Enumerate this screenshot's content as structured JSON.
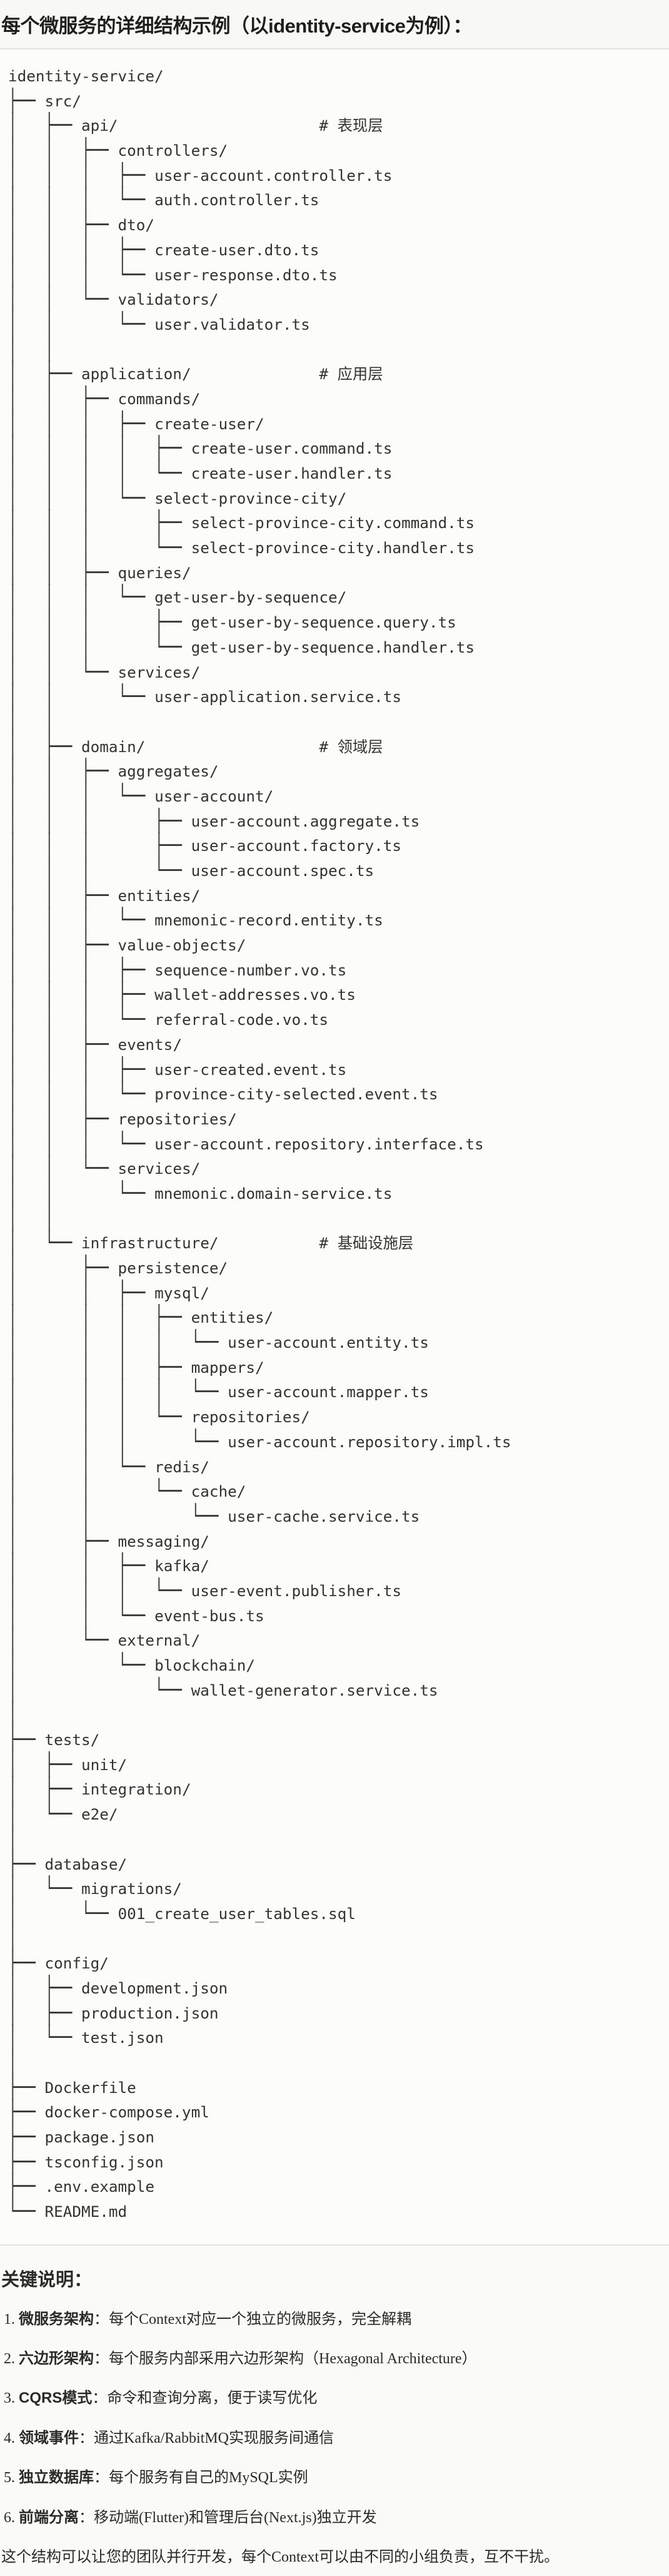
{
  "header": {
    "title": "每个微服务的详细结构示例（以identity-service为例）："
  },
  "tree": [
    {
      "p": "",
      "t": "identity-service/"
    },
    {
      "p": "├── ",
      "t": "src/"
    },
    {
      "p": "│   ├── ",
      "t": "api/",
      "c": "# 表现层"
    },
    {
      "p": "│   │   ├── ",
      "t": "controllers/"
    },
    {
      "p": "│   │   │   ├── ",
      "t": "user-account.controller.ts"
    },
    {
      "p": "│   │   │   └── ",
      "t": "auth.controller.ts"
    },
    {
      "p": "│   │   ├── ",
      "t": "dto/"
    },
    {
      "p": "│   │   │   ├── ",
      "t": "create-user.dto.ts"
    },
    {
      "p": "│   │   │   └── ",
      "t": "user-response.dto.ts"
    },
    {
      "p": "│   │   └── ",
      "t": "validators/"
    },
    {
      "p": "│   │       └── ",
      "t": "user.validator.ts"
    },
    {
      "p": "│   │",
      "t": ""
    },
    {
      "p": "│   ├── ",
      "t": "application/",
      "c": "# 应用层"
    },
    {
      "p": "│   │   ├── ",
      "t": "commands/"
    },
    {
      "p": "│   │   │   ├── ",
      "t": "create-user/"
    },
    {
      "p": "│   │   │   │   ├── ",
      "t": "create-user.command.ts"
    },
    {
      "p": "│   │   │   │   └── ",
      "t": "create-user.handler.ts"
    },
    {
      "p": "│   │   │   └── ",
      "t": "select-province-city/"
    },
    {
      "p": "│   │   │       ├── ",
      "t": "select-province-city.command.ts"
    },
    {
      "p": "│   │   │       └── ",
      "t": "select-province-city.handler.ts"
    },
    {
      "p": "│   │   ├── ",
      "t": "queries/"
    },
    {
      "p": "│   │   │   └── ",
      "t": "get-user-by-sequence/"
    },
    {
      "p": "│   │   │       ├── ",
      "t": "get-user-by-sequence.query.ts"
    },
    {
      "p": "│   │   │       └── ",
      "t": "get-user-by-sequence.handler.ts"
    },
    {
      "p": "│   │   └── ",
      "t": "services/"
    },
    {
      "p": "│   │       └── ",
      "t": "user-application.service.ts"
    },
    {
      "p": "│   │",
      "t": ""
    },
    {
      "p": "│   ├── ",
      "t": "domain/",
      "c": "# 领域层"
    },
    {
      "p": "│   │   ├── ",
      "t": "aggregates/"
    },
    {
      "p": "│   │   │   └── ",
      "t": "user-account/"
    },
    {
      "p": "│   │   │       ├── ",
      "t": "user-account.aggregate.ts"
    },
    {
      "p": "│   │   │       ├── ",
      "t": "user-account.factory.ts"
    },
    {
      "p": "│   │   │       └── ",
      "t": "user-account.spec.ts"
    },
    {
      "p": "│   │   ├── ",
      "t": "entities/"
    },
    {
      "p": "│   │   │   └── ",
      "t": "mnemonic-record.entity.ts"
    },
    {
      "p": "│   │   ├── ",
      "t": "value-objects/"
    },
    {
      "p": "│   │   │   ├── ",
      "t": "sequence-number.vo.ts"
    },
    {
      "p": "│   │   │   ├── ",
      "t": "wallet-addresses.vo.ts"
    },
    {
      "p": "│   │   │   └── ",
      "t": "referral-code.vo.ts"
    },
    {
      "p": "│   │   ├── ",
      "t": "events/"
    },
    {
      "p": "│   │   │   ├── ",
      "t": "user-created.event.ts"
    },
    {
      "p": "│   │   │   └── ",
      "t": "province-city-selected.event.ts"
    },
    {
      "p": "│   │   ├── ",
      "t": "repositories/"
    },
    {
      "p": "│   │   │   └── ",
      "t": "user-account.repository.interface.ts"
    },
    {
      "p": "│   │   └── ",
      "t": "services/"
    },
    {
      "p": "│   │       └── ",
      "t": "mnemonic.domain-service.ts"
    },
    {
      "p": "│   │",
      "t": ""
    },
    {
      "p": "│   └── ",
      "t": "infrastructure/",
      "c": "# 基础设施层"
    },
    {
      "p": "│       ├── ",
      "t": "persistence/"
    },
    {
      "p": "│       │   ├── ",
      "t": "mysql/"
    },
    {
      "p": "│       │   │   ├── ",
      "t": "entities/"
    },
    {
      "p": "│       │   │   │   └── ",
      "t": "user-account.entity.ts"
    },
    {
      "p": "│       │   │   ├── ",
      "t": "mappers/"
    },
    {
      "p": "│       │   │   │   └── ",
      "t": "user-account.mapper.ts"
    },
    {
      "p": "│       │   │   └── ",
      "t": "repositories/"
    },
    {
      "p": "│       │   │       └── ",
      "t": "user-account.repository.impl.ts"
    },
    {
      "p": "│       │   └── ",
      "t": "redis/"
    },
    {
      "p": "│       │       └── ",
      "t": "cache/"
    },
    {
      "p": "│       │           └── ",
      "t": "user-cache.service.ts"
    },
    {
      "p": "│       ├── ",
      "t": "messaging/"
    },
    {
      "p": "│       │   ├── ",
      "t": "kafka/"
    },
    {
      "p": "│       │   │   └── ",
      "t": "user-event.publisher.ts"
    },
    {
      "p": "│       │   └── ",
      "t": "event-bus.ts"
    },
    {
      "p": "│       └── ",
      "t": "external/"
    },
    {
      "p": "│           └── ",
      "t": "blockchain/"
    },
    {
      "p": "│               └── ",
      "t": "wallet-generator.service.ts"
    },
    {
      "p": "│",
      "t": ""
    },
    {
      "p": "├── ",
      "t": "tests/"
    },
    {
      "p": "│   ├── ",
      "t": "unit/"
    },
    {
      "p": "│   ├── ",
      "t": "integration/"
    },
    {
      "p": "│   └── ",
      "t": "e2e/"
    },
    {
      "p": "│",
      "t": ""
    },
    {
      "p": "├── ",
      "t": "database/"
    },
    {
      "p": "│   └── ",
      "t": "migrations/"
    },
    {
      "p": "│       └── ",
      "t": "001_create_user_tables.sql"
    },
    {
      "p": "│",
      "t": ""
    },
    {
      "p": "├── ",
      "t": "config/"
    },
    {
      "p": "│   ├── ",
      "t": "development.json"
    },
    {
      "p": "│   ├── ",
      "t": "production.json"
    },
    {
      "p": "│   └── ",
      "t": "test.json"
    },
    {
      "p": "│",
      "t": ""
    },
    {
      "p": "├── ",
      "t": "Dockerfile"
    },
    {
      "p": "├── ",
      "t": "docker-compose.yml"
    },
    {
      "p": "├── ",
      "t": "package.json"
    },
    {
      "p": "├── ",
      "t": "tsconfig.json"
    },
    {
      "p": "├── ",
      "t": ".env.example"
    },
    {
      "p": "└── ",
      "t": "README.md"
    }
  ],
  "notes": {
    "title": "关键说明：",
    "items": [
      {
        "num": "1. ",
        "term": "微服务架构",
        "sep": "：",
        "text": "每个Context对应一个独立的微服务，完全解耦"
      },
      {
        "num": "2. ",
        "term": "六边形架构",
        "sep": "：",
        "text": "每个服务内部采用六边形架构（Hexagonal Architecture）"
      },
      {
        "num": "3. ",
        "term": "CQRS模式",
        "sep": "：",
        "text": "命令和查询分离，便于读写优化"
      },
      {
        "num": "4. ",
        "term": "领域事件",
        "sep": "：",
        "text": "通过Kafka/RabbitMQ实现服务间通信"
      },
      {
        "num": "5. ",
        "term": "独立数据库",
        "sep": "：",
        "text": "每个服务有自己的MySQL实例"
      },
      {
        "num": "6. ",
        "term": "前端分离",
        "sep": "：",
        "text": "移动端(Flutter)和管理后台(Next.js)独立开发"
      }
    ],
    "summary": "这个结构可以让您的团队并行开发，每个Context可以由不同的小组负责，互不干扰。"
  }
}
